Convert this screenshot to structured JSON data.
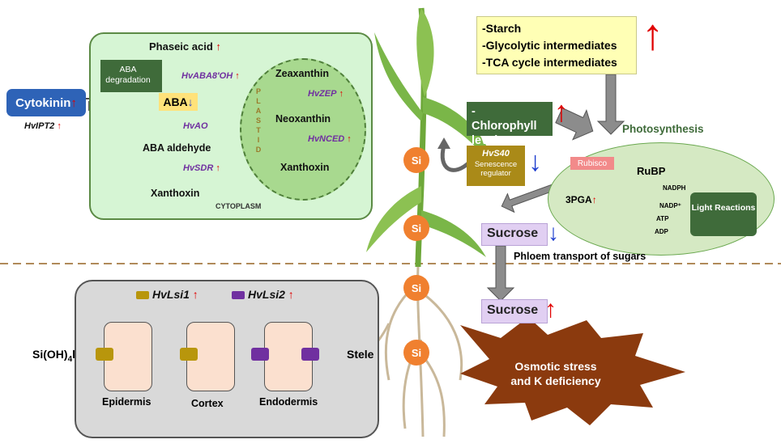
{
  "cytoplasm": {
    "label": "CYTOPLASM",
    "phaseic_acid": "Phaseic acid",
    "aba_degradation": "ABA degradation",
    "hvaba8oh": "HvABA8′OH",
    "aba": "ABA",
    "hvao": "HvAO",
    "aba_aldehyde": "ABA aldehyde",
    "hvsdr": "HvSDR",
    "xanthoxin": "Xanthoxin"
  },
  "plastid": {
    "label": "PLASTID",
    "zeaxanthin": "Zeaxanthin",
    "hvzep": "HvZEP",
    "neoxanthin": "Neoxanthin",
    "hvnced": "HvNCED",
    "xanthoxin": "Xanthoxin"
  },
  "cytokinin": {
    "label": "Cytokinin",
    "gene": "HvIPT2"
  },
  "shoot": {
    "starch_lines": [
      "-Starch",
      "-Glycolytic intermediates",
      "-TCA cycle intermediates"
    ],
    "chlorophyll": "-Chlorophyll level",
    "hvs40": "HvS40",
    "senescence": "Senescence regulator",
    "photosynthesis": "Photosynthesis",
    "rubisco": "Rubisco",
    "rubp": "RuBP",
    "pga": "3PGA",
    "nadph": "NADPH",
    "nadp": "NADP⁺",
    "atp": "ATP",
    "adp": "ADP",
    "light_reactions": "Light Reactions",
    "sucrose_top": "Sucrose",
    "phloem": "Phloem transport of sugars",
    "sucrose_bottom": "Sucrose"
  },
  "root": {
    "hvlsi1": "HvLsi1",
    "hvlsi2": "HvLsi2",
    "sioh4": "Si(OH)",
    "sioh4_sub": "4",
    "stele": "Stele",
    "epidermis": "Epidermis",
    "cortex": "Cortex",
    "endodermis": "Endodermis"
  },
  "si_label": "Si",
  "stress": "Osmotic stress and K deficiency",
  "colors": {
    "up": "#e00000",
    "down": "#1f3fcf",
    "gene": "#7030a0"
  }
}
